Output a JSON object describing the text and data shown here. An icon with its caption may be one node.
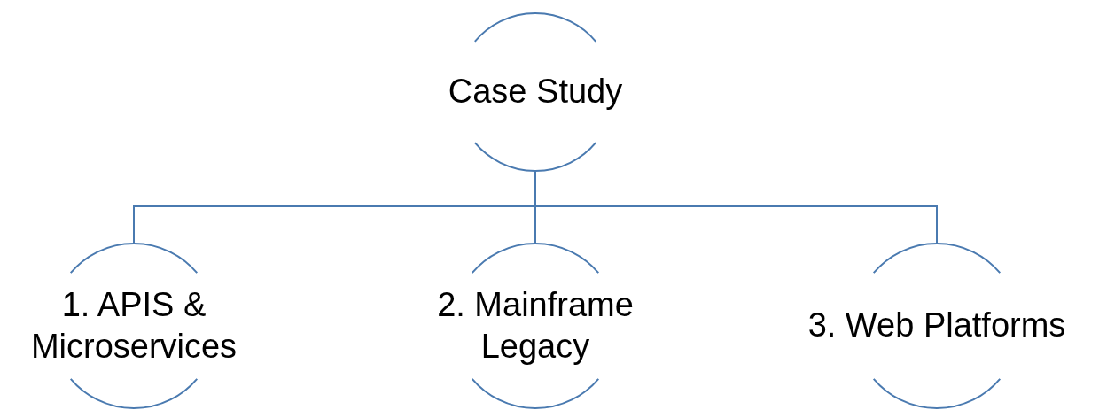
{
  "diagram": {
    "nodes": [
      {
        "text": [
          "Case Study"
        ]
      },
      {
        "text": [
          "1. APIS & Microservices"
        ]
      },
      {
        "text": [
          "2. Mainframe Legacy"
        ]
      },
      {
        "text": [
          "3. Web Platforms"
        ]
      }
    ],
    "edges": [
      {
        "from": 0,
        "to": 1,
        "arrow": "none"
      },
      {
        "from": 0,
        "to": 2,
        "arrow": "none"
      },
      {
        "from": 0,
        "to": 3,
        "arrow": "none"
      }
    ]
  }
}
